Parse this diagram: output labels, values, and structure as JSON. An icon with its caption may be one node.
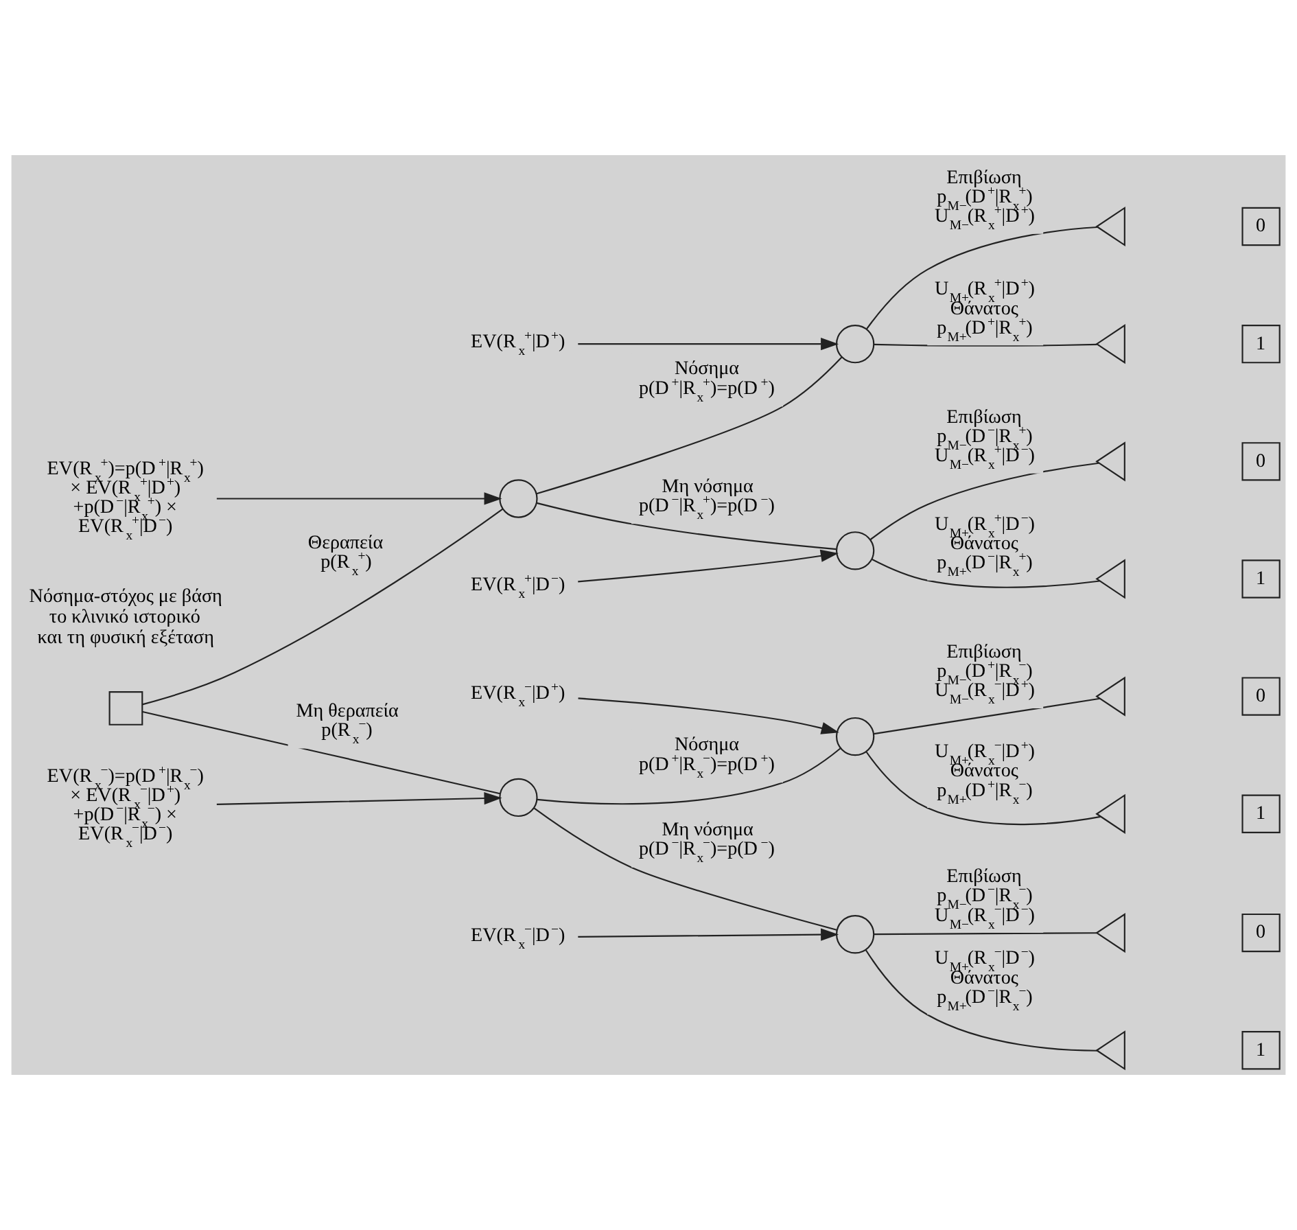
{
  "diagram": {
    "nodes": [
      {
        "text": [],
        "shape": "box",
        "beside": [
          "Νόσημα-στόχος με βάση το κλινικό ιστορικό και τη φυσική εξέταση"
        ]
      },
      {
        "text": [],
        "shape": "circle"
      },
      {
        "text": [],
        "shape": "circle"
      },
      {
        "text": [],
        "shape": "circle"
      },
      {
        "text": [],
        "shape": "circle"
      },
      {
        "text": [],
        "shape": "circle"
      },
      {
        "text": [],
        "shape": "circle"
      },
      {
        "text": [],
        "shape": "triangle"
      },
      {
        "text": [],
        "shape": "triangle"
      },
      {
        "text": [],
        "shape": "triangle"
      },
      {
        "text": [],
        "shape": "triangle"
      },
      {
        "text": [],
        "shape": "triangle"
      },
      {
        "text": [],
        "shape": "triangle"
      },
      {
        "text": [],
        "shape": "triangle"
      },
      {
        "text": [],
        "shape": "triangle"
      },
      {
        "text": [
          "EV(R$_{x}$$^{+}$)=p(D$^{+}$|R$_{x}$$^{+}$) × EV(R$_{x}$$^{+}$|D$^{+}$) +p(D$^{−}$|R$_{x}$$^{+}$) × EV(R$_{x}$$^{+}$|D$^{−}$)"
        ]
      },
      {
        "text": [
          "EV(R$_{x}$$^{+}$|D$^{+}$)"
        ]
      },
      {
        "text": [
          "EV(R$_{x}$$^{+}$|D$^{−}$)"
        ]
      },
      {
        "text": [
          "EV(R$_{x}$$^{−}$|D$^{+}$)"
        ]
      },
      {
        "text": [
          "EV(R$_{x}$$^{−}$)=p(D$^{+}$|R$_{x}$$^{−}$) × EV(R$_{x}$$^{−}$|D$^{+}$) +p(D$^{−}$|R$_{x}$$^{−}$) × EV(R$_{x}$$^{−}$|D$^{−}$)"
        ]
      },
      {
        "text": [
          "EV(R$_{x}$$^{−}$|D$^{−}$)"
        ]
      },
      {
        "text": [
          "0"
        ]
      },
      {
        "text": [
          "1"
        ]
      },
      {
        "text": [
          "0"
        ]
      },
      {
        "text": [
          "1"
        ]
      },
      {
        "text": [
          "0"
        ]
      },
      {
        "text": [
          "1"
        ]
      },
      {
        "text": [
          "0"
        ]
      },
      {
        "text": [
          "1"
        ]
      }
    ],
    "edges": [
      {
        "from": 0,
        "to": 1,
        "arrow": "none",
        "label": "Θεραπεία p(R$_{x}$$^{+}$)"
      },
      {
        "from": 0,
        "to": 4,
        "arrow": "none",
        "label": "Μη θεραπεία p(R$_{x}$$^{−}$)"
      },
      {
        "from": 1,
        "to": 2,
        "arrow": "none",
        "label": "Νόσημα p(D$^{+}$|R$_{x}$$^{+}$)=p(D$^{+}$)"
      },
      {
        "from": 1,
        "to": 3,
        "arrow": "none",
        "label": "Μη νόσημα p(D$^{−}$|R$_{x}$$^{+}$)=p(D$^{−}$)"
      },
      {
        "from": 2,
        "to": 7,
        "arrow": "none",
        "label": "Επιβίωση p$_{M−}$(D$^{+}$|R$_{x}$$^{+}$) U$_{M−}$(R$_{x}$$^{+}$|D$^{+}$)"
      },
      {
        "from": 2,
        "to": 8,
        "arrow": "none",
        "label": "U$_{M+}$(R$_{x}$$^{+}$|D$^{+}$) Θάνατος p$_{M+}$(D$^{+}$|R$_{x}$$^{+}$)"
      },
      {
        "from": 3,
        "to": 9,
        "arrow": "none",
        "label": "Επιβίωση p$_{M−}$(D$^{−}$|R$_{x}$$^{+}$) U$_{M−}$(R$_{x}$$^{+}$|D$^{−}$)"
      },
      {
        "from": 3,
        "to": 10,
        "arrow": "none",
        "label": "U$_{M+}$(R$_{x}$$^{+}$|D$^{−}$) Θάνατος p$_{M+}$(D$^{−}$|R$_{x}$$^{+}$)"
      },
      {
        "from": 4,
        "to": 5,
        "arrow": "none",
        "label": "Νόσημα p(D$^{+}$|R$_{x}$$^{−}$)=p(D$^{+}$)"
      },
      {
        "from": 4,
        "to": 6,
        "arrow": "none",
        "label": "Μη νόσημα p(D$^{−}$|R$_{x}$$^{−}$)=p(D$^{−}$)"
      },
      {
        "from": 5,
        "to": 11,
        "arrow": "none",
        "label": "Επιβίωση p$_{M−}$(D$^{+}$|R$_{x}$$^{−}$) U$_{M−}$(R$_{x}$$^{−}$|D$^{+}$)"
      },
      {
        "from": 5,
        "to": 12,
        "arrow": "none",
        "label": "U$_{M+}$(R$_{x}$$^{−}$|D$^{+}$) Θάνατος p$_{M+}$(D$^{+}$|R$_{x}$$^{−}$)"
      },
      {
        "from": 6,
        "to": 13,
        "arrow": "none",
        "label": "Επιβίωση p$_{M−}$(D$^{−}$|R$_{x}$$^{−}$) U$_{M−}$(R$_{x}$$^{−}$|D$^{−}$)"
      },
      {
        "from": 6,
        "to": 14,
        "arrow": "none",
        "label": "U$_{M+}$(R$_{x}$$^{−}$|D$^{−}$) Θάνατος p$_{M+}$(D$^{−}$|R$_{x}$$^{−}$)"
      },
      {
        "from": 15,
        "to": 1,
        "arrow": "to"
      },
      {
        "from": 16,
        "to": 2,
        "arrow": "to"
      },
      {
        "from": 17,
        "to": 3,
        "arrow": "to"
      },
      {
        "from": 18,
        "to": 5,
        "arrow": "to"
      },
      {
        "from": 19,
        "to": 4,
        "arrow": "to"
      },
      {
        "from": 20,
        "to": 6,
        "arrow": "to"
      }
    ]
  }
}
